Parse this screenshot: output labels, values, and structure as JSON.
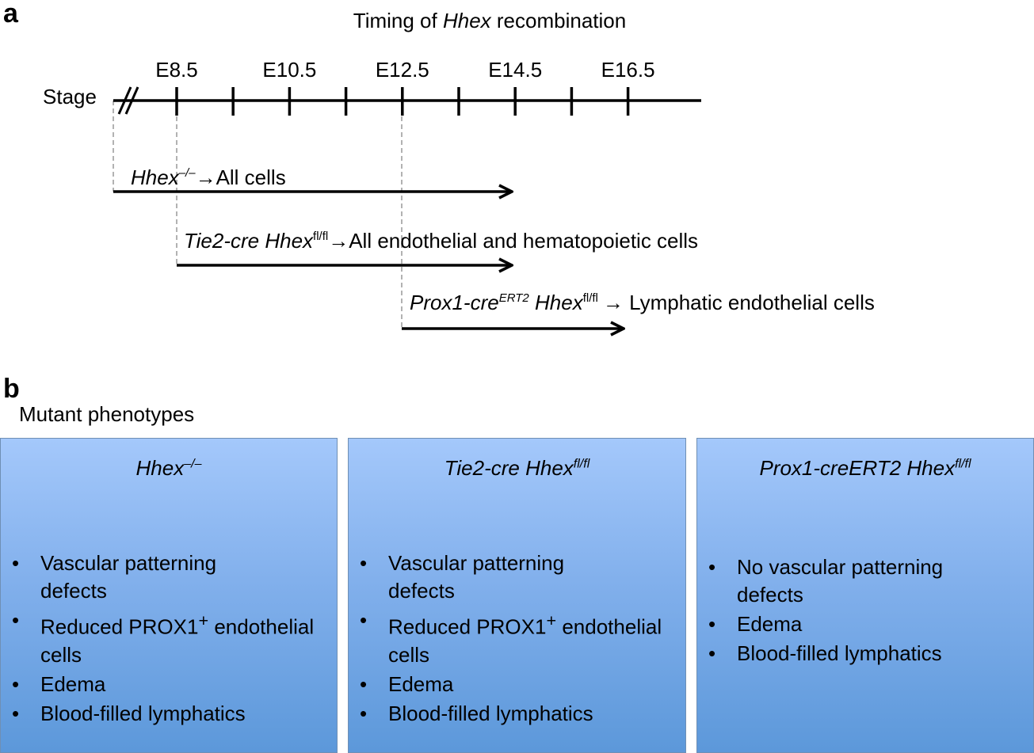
{
  "panel_a": {
    "letter": "a",
    "title_prefix": "Timing of ",
    "title_gene": "Hhex",
    "title_suffix": " recombination",
    "stage_label": "Stage",
    "stages": [
      "E8.5",
      "E10.5",
      "E12.5",
      "E14.5",
      "E16.5"
    ],
    "lines": [
      {
        "gene": "Hhex",
        "sup": "–/–",
        "arrow": "→",
        "target": "All cells",
        "start_stage": "E7.5",
        "end_stage": "E14.5"
      },
      {
        "gene": "Tie2-cre Hhex",
        "sup": "fl/fl",
        "arrow": "→",
        "target": "All endothelial and hematopoietic cells",
        "start_stage": "E8.5",
        "end_stage": "E14.5"
      },
      {
        "gene": "Prox1-cre",
        "gene_sup": "ERT2",
        "gene2": " Hhex",
        "sup": "fl/fl",
        "arrow": "→",
        "target": " Lymphatic endothelial cells",
        "start_stage": "E12.5",
        "end_stage": "E16.5"
      }
    ]
  },
  "panel_b": {
    "letter": "b",
    "title": "Mutant phenotypes",
    "boxes": [
      {
        "title": "Hhex",
        "title_sup": "–/–",
        "items": [
          {
            "text": "Vascular patterning defects"
          },
          {
            "text": "Reduced PROX1",
            "sup": "+",
            "text2": " endothelial cells"
          },
          {
            "text": "Edema"
          },
          {
            "text": "Blood-filled lymphatics"
          }
        ]
      },
      {
        "title": "Tie2-cre Hhex",
        "title_sup": "fl/fl",
        "items": [
          {
            "text": "Vascular patterning defects"
          },
          {
            "text": "Reduced PROX1",
            "sup": "+",
            "text2": " endothelial cells"
          },
          {
            "text": "Edema"
          },
          {
            "text": "Blood-filled lymphatics"
          }
        ]
      },
      {
        "title": "Prox1-creERT2 Hhex",
        "title_sup": "fl/fl",
        "items": [
          {
            "text": "No vascular patterning defects"
          },
          {
            "text": "Edema"
          },
          {
            "text": "Blood-filled lymphatics"
          }
        ]
      }
    ]
  },
  "colors": {
    "box_top": "#a4c8fb",
    "box_bottom": "#5c98da",
    "guide_line": "#999999"
  }
}
